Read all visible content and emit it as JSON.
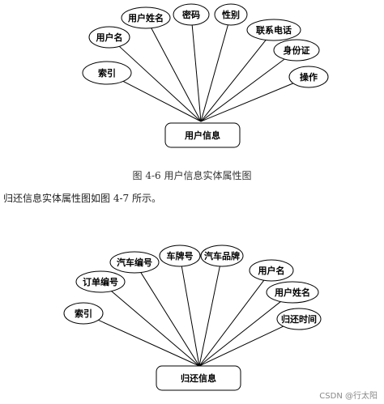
{
  "diagram1": {
    "entity": "用户信息",
    "attributes": [
      "索引",
      "用户名",
      "用户姓名",
      "密码",
      "性别",
      "联系电话",
      "身份证",
      "操作"
    ]
  },
  "caption1": "图 4-6 用户信息实体属性图",
  "paragraph": "归还信息实体属性图如图 4-7 所示。",
  "diagram2": {
    "entity": "归还信息",
    "attributes": [
      "索引",
      "订单编号",
      "汽车编号",
      "车牌号",
      "汽车品牌",
      "用户名",
      "用户姓名",
      "归还时间"
    ]
  },
  "watermark": "CSDN @行太阳"
}
